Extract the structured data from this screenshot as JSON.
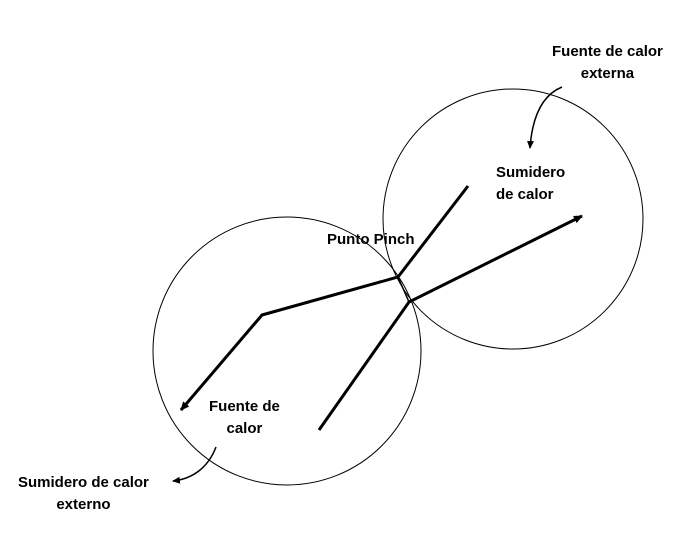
{
  "labels": {
    "external_source": {
      "line1": "Fuente de calor",
      "line2": "externa"
    },
    "sink": {
      "line1": "Sumidero",
      "line2": "de calor"
    },
    "pinch": "Punto Pinch",
    "source": {
      "line1": "Fuente de",
      "line2": "calor"
    },
    "external_sink": {
      "line1": "Sumidero de calor",
      "line2": "externo"
    }
  },
  "colors": {
    "stroke": "#000000",
    "background": "#ffffff"
  }
}
